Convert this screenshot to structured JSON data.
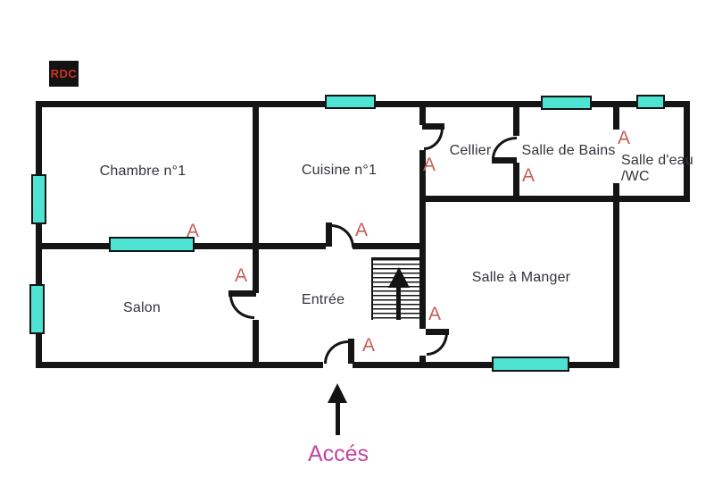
{
  "floor_tag": {
    "label": "RDC",
    "bg": "#131313",
    "text_color": "#cc3322"
  },
  "rooms": {
    "chambre1": "Chambre n°1",
    "cuisine1": "Cuisine n°1",
    "cellier": "Cellier",
    "salle_de_bains": "Salle de Bains",
    "salle_eau": "Salle d'eau",
    "wc": "/WC",
    "salon": "Salon",
    "entree": "Entrée",
    "salle_a_manger": "Salle à Manger"
  },
  "markers": {
    "letter": "A",
    "count": 8,
    "color": "#c75f56"
  },
  "access": {
    "label": "Accés",
    "color": "#c0459e"
  },
  "colors": {
    "wall": "#151515",
    "window_fill": "#4fe3d4",
    "room_text": "#33333e",
    "background": "#ffffff"
  }
}
